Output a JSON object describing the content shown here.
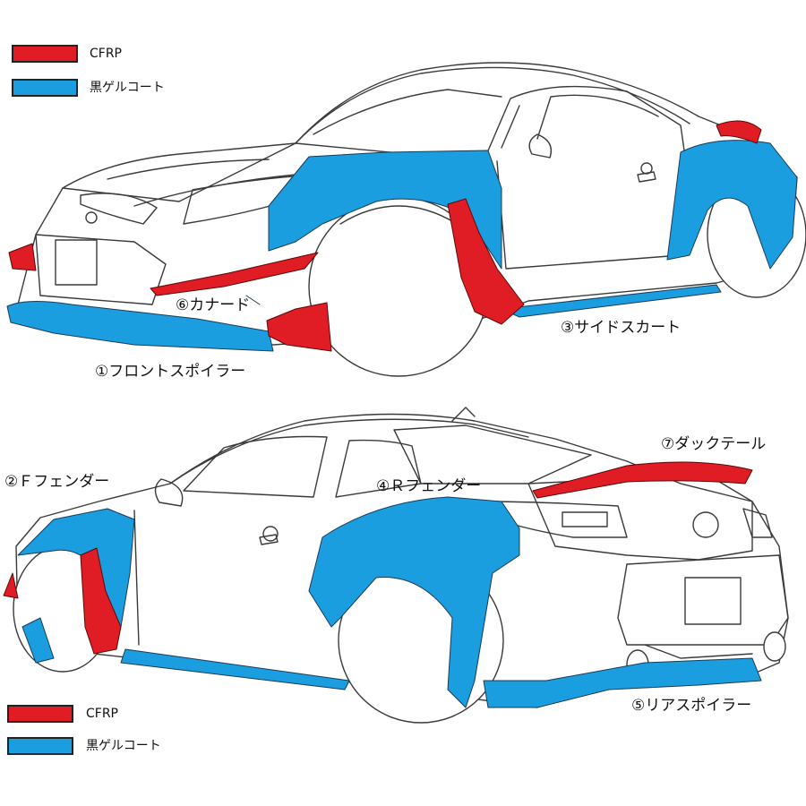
{
  "legend_top": {
    "items": [
      {
        "label": "CFRP",
        "color": "#e01c24"
      },
      {
        "label": "黒ゲルコート",
        "color": "#1a9ee0"
      }
    ]
  },
  "legend_bottom": {
    "items": [
      {
        "label": "CFRP",
        "color": "#e01c24"
      },
      {
        "label": "黒ゲルコート",
        "color": "#1a9ee0"
      }
    ]
  },
  "parts": {
    "front_spoiler": "①フロントスポイラー",
    "f_fender": "②Ｆフェンダー",
    "side_skirt": "③サイドスカート",
    "r_fender": "④Ｒフェンダー",
    "rear_spoiler": "⑤リアスポイラー",
    "canard": "⑥カナード",
    "ducktail": "⑦ダックテール"
  },
  "colors": {
    "cfrp": "#e01c24",
    "gelcoat": "#1a9ee0",
    "outline": "#3a3a3a",
    "body": "#ffffff"
  }
}
